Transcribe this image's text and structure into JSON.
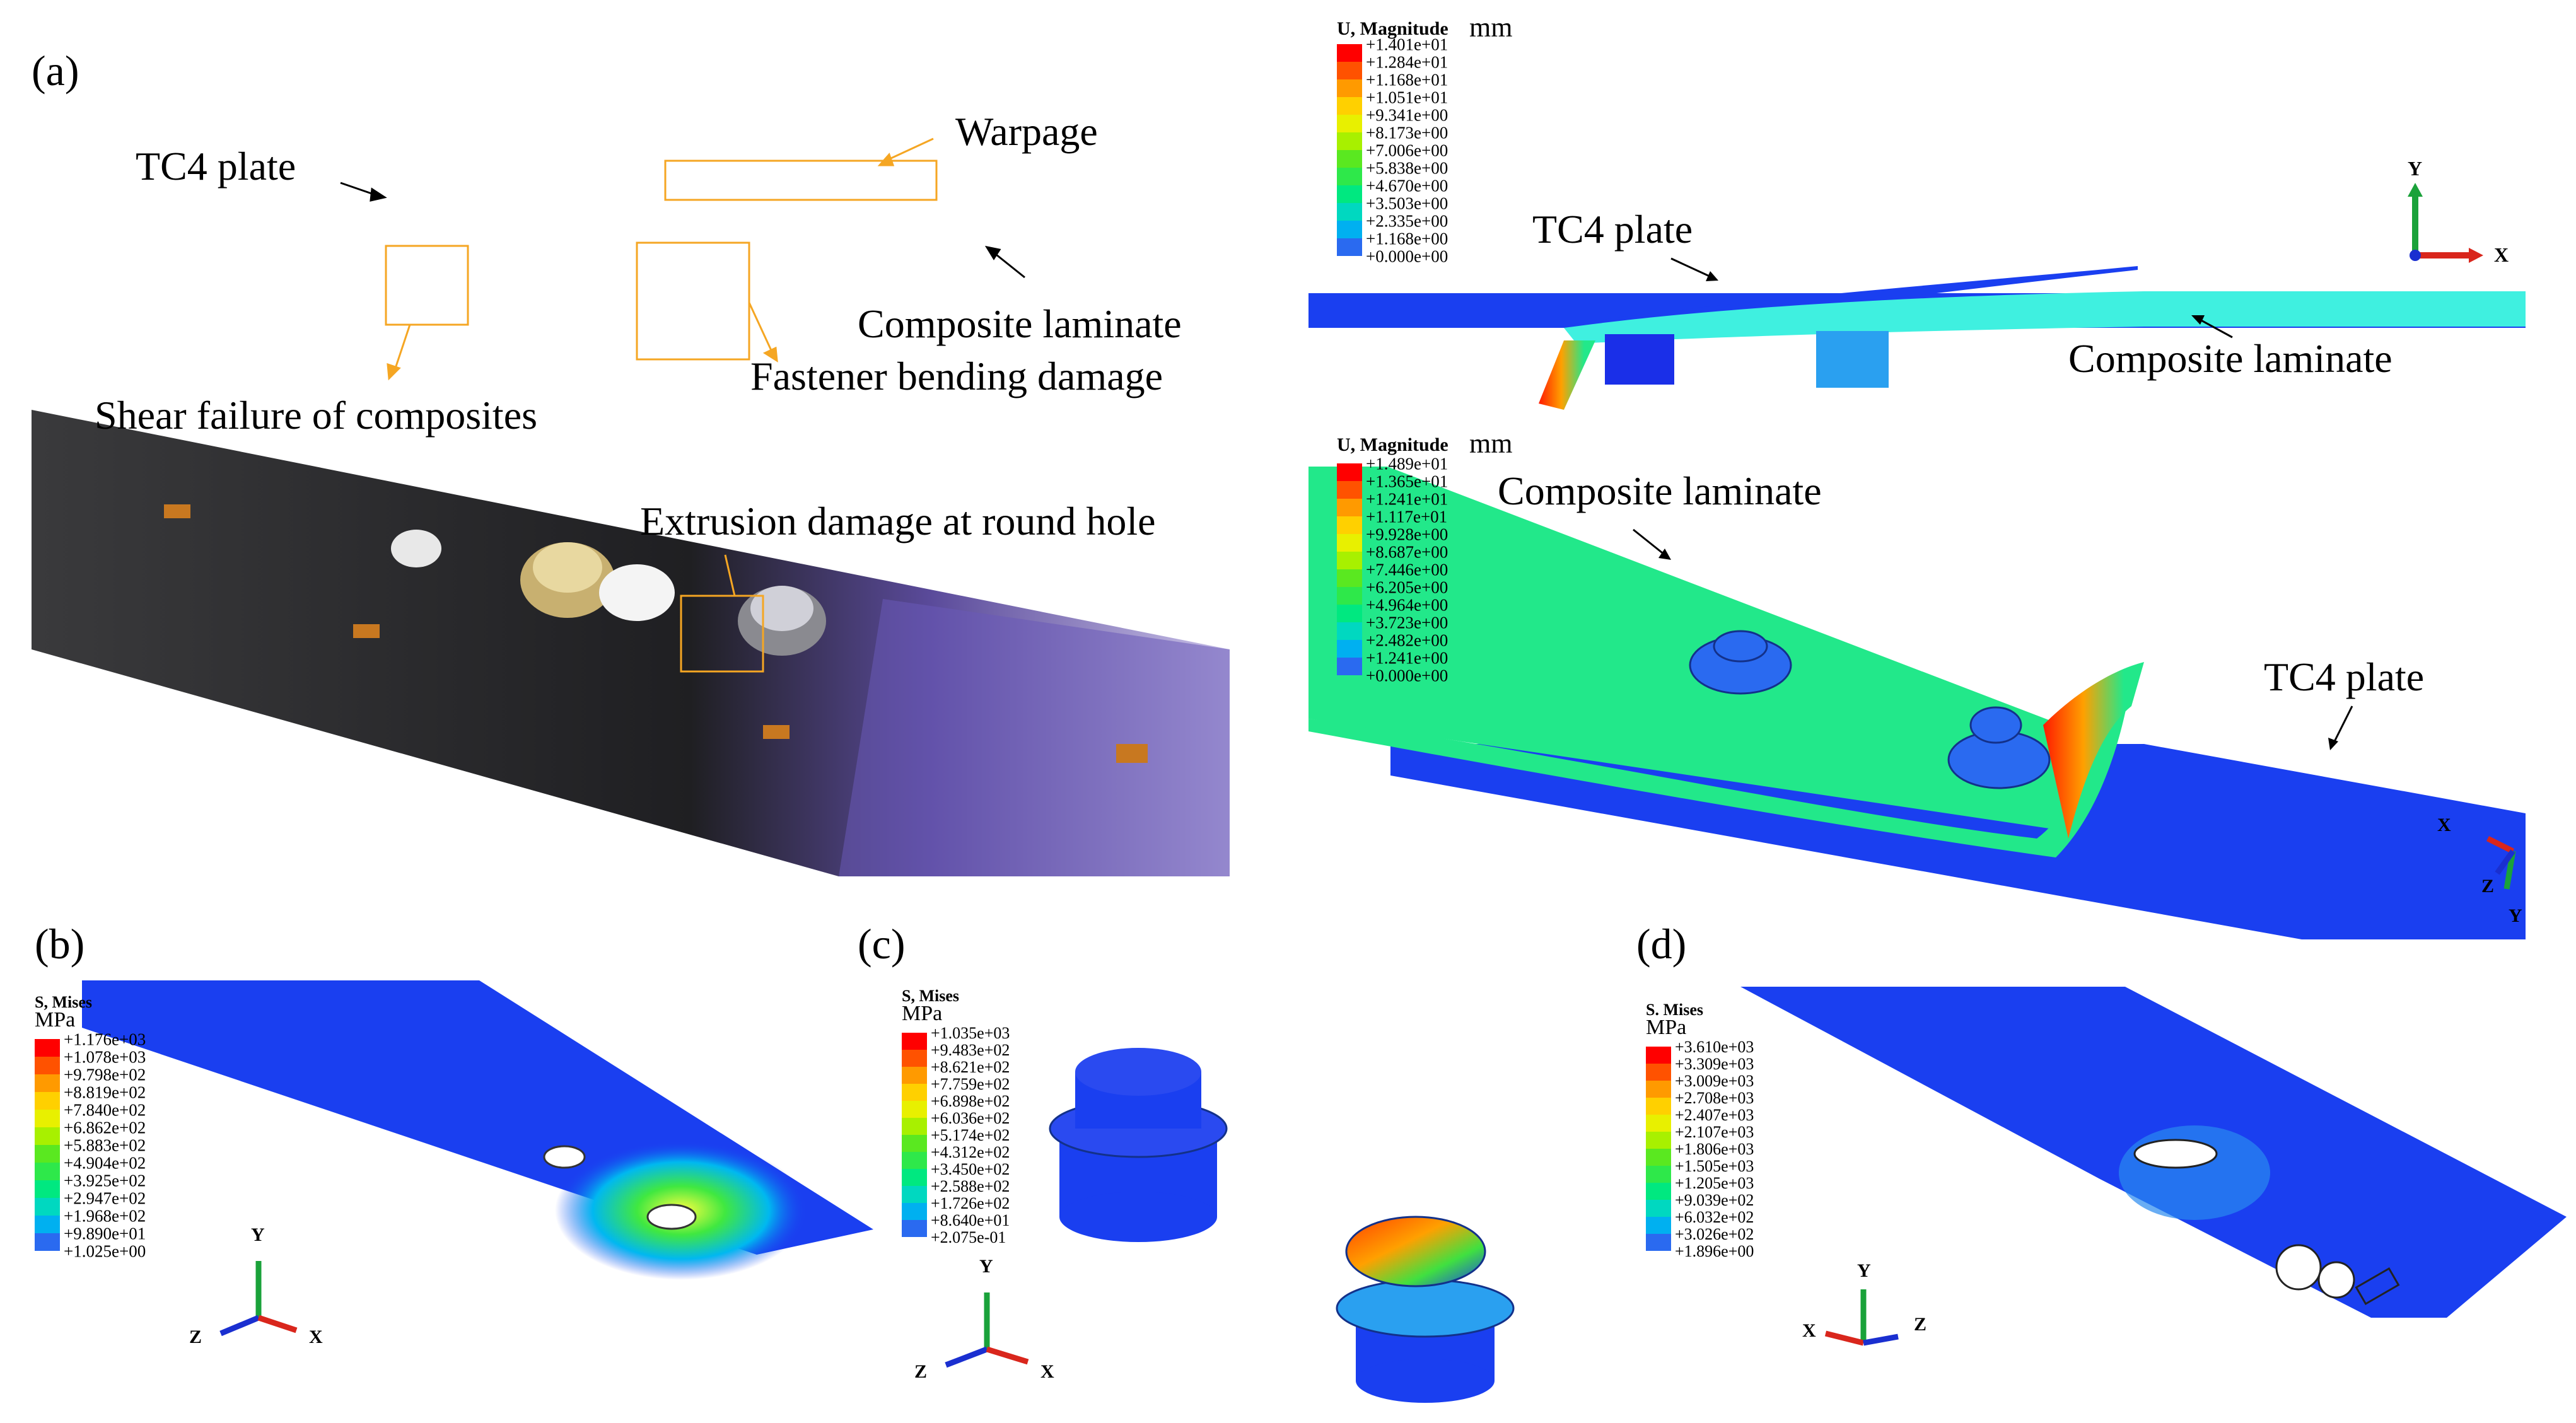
{
  "panel_labels": {
    "a": "(a)",
    "b": "(b)",
    "c": "(c)",
    "d": "(d)"
  },
  "photo_annotations": {
    "tc4_plate": "TC4 plate",
    "warpage": "Warpage",
    "composite_laminate": "Composite laminate",
    "fastener_bending": "Fastener bending damage",
    "shear_failure": "Shear failure of composites",
    "extrusion_damage": "Extrusion damage at round hole"
  },
  "sim_side": {
    "legend_title": "U, Magnitude",
    "legend_unit": "mm",
    "legend_values": [
      "+1.401e+01",
      "+1.284e+01",
      "+1.168e+01",
      "+1.051e+01",
      "+9.341e+00",
      "+8.173e+00",
      "+7.006e+00",
      "+5.838e+00",
      "+4.670e+00",
      "+3.503e+00",
      "+2.335e+00",
      "+1.168e+00",
      "+0.000e+00"
    ],
    "tc4_label": "TC4 plate",
    "composite_label": "Composite laminate",
    "axis_y": "Y",
    "axis_x": "X"
  },
  "sim_iso": {
    "legend_title": "U, Magnitude",
    "legend_unit": "mm",
    "legend_values": [
      "+1.489e+01",
      "+1.365e+01",
      "+1.241e+01",
      "+1.117e+01",
      "+9.928e+00",
      "+8.687e+00",
      "+7.446e+00",
      "+6.205e+00",
      "+4.964e+00",
      "+3.723e+00",
      "+2.482e+00",
      "+1.241e+00",
      "+0.000e+00"
    ],
    "composite_label": "Composite laminate",
    "tc4_label": "TC4 plate",
    "axis_x": "X",
    "axis_y": "Y",
    "axis_z": "Z"
  },
  "panel_b": {
    "legend_title": "S, Mises",
    "legend_unit": "MPa",
    "legend_values": [
      "+1.176e+03",
      "+1.078e+03",
      "+9.798e+02",
      "+8.819e+02",
      "+7.840e+02",
      "+6.862e+02",
      "+5.883e+02",
      "+4.904e+02",
      "+3.925e+02",
      "+2.947e+02",
      "+1.968e+02",
      "+9.890e+01",
      "+1.025e+00"
    ],
    "axis_y": "Y",
    "axis_z": "Z",
    "axis_x": "X"
  },
  "panel_c": {
    "legend_title": "S, Mises",
    "legend_unit": "MPa",
    "legend_values": [
      "+1.035e+03",
      "+9.483e+02",
      "+8.621e+02",
      "+7.759e+02",
      "+6.898e+02",
      "+6.036e+02",
      "+5.174e+02",
      "+4.312e+02",
      "+3.450e+02",
      "+2.588e+02",
      "+1.726e+02",
      "+8.640e+01",
      "+2.075e-01"
    ],
    "axis_y": "Y",
    "axis_z": "Z",
    "axis_x": "X"
  },
  "panel_d": {
    "legend_title": "S. Mises",
    "legend_unit": "MPa",
    "legend_values": [
      "+3.610e+03",
      "+3.309e+03",
      "+3.009e+03",
      "+2.708e+03",
      "+2.407e+03",
      "+2.107e+03",
      "+1.806e+03",
      "+1.505e+03",
      "+1.205e+03",
      "+9.039e+02",
      "+6.032e+02",
      "+3.026e+02",
      "+1.896e+00"
    ],
    "axis_y": "Y",
    "axis_x": "X",
    "axis_z": "Z"
  },
  "colors": {
    "contour": [
      "#ff0000",
      "#ff5200",
      "#ff9a00",
      "#ffd000",
      "#e8f000",
      "#a8f000",
      "#5ae820",
      "#2ee84a",
      "#00e880",
      "#00d8c0",
      "#00b0f0",
      "#2a6af0",
      "#0000ff"
    ],
    "fe_blue": "#1a3ff0",
    "fe_green": "#22e88a",
    "fe_cyan": "#3ff0e0",
    "annotation_orange": "#f5a623",
    "axis_red": "#d9261c",
    "axis_green": "#1aa23a",
    "axis_blue": "#1a2fd0"
  }
}
